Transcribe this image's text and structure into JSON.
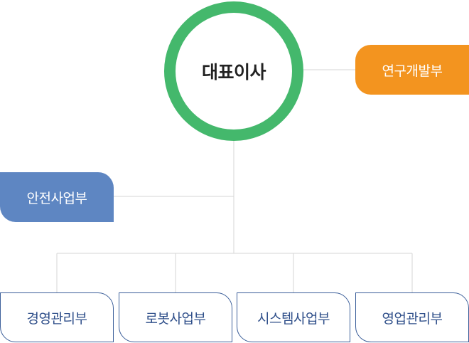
{
  "ceo": {
    "label": "대표이사"
  },
  "rnd": {
    "label": "연구개발부"
  },
  "safety": {
    "label": "안전사업부"
  },
  "departments": [
    {
      "label": "경영관리부"
    },
    {
      "label": "로봇사업부"
    },
    {
      "label": "시스템사업부"
    },
    {
      "label": "영업관리부"
    }
  ],
  "colors": {
    "ceo_ring": "#44b86c",
    "rnd_fill": "#f3941f",
    "safety_fill": "#5e86c2",
    "dept_border": "#3c5f9a",
    "dept_text": "#2f4f8a",
    "connector": "#d6d6d6"
  }
}
